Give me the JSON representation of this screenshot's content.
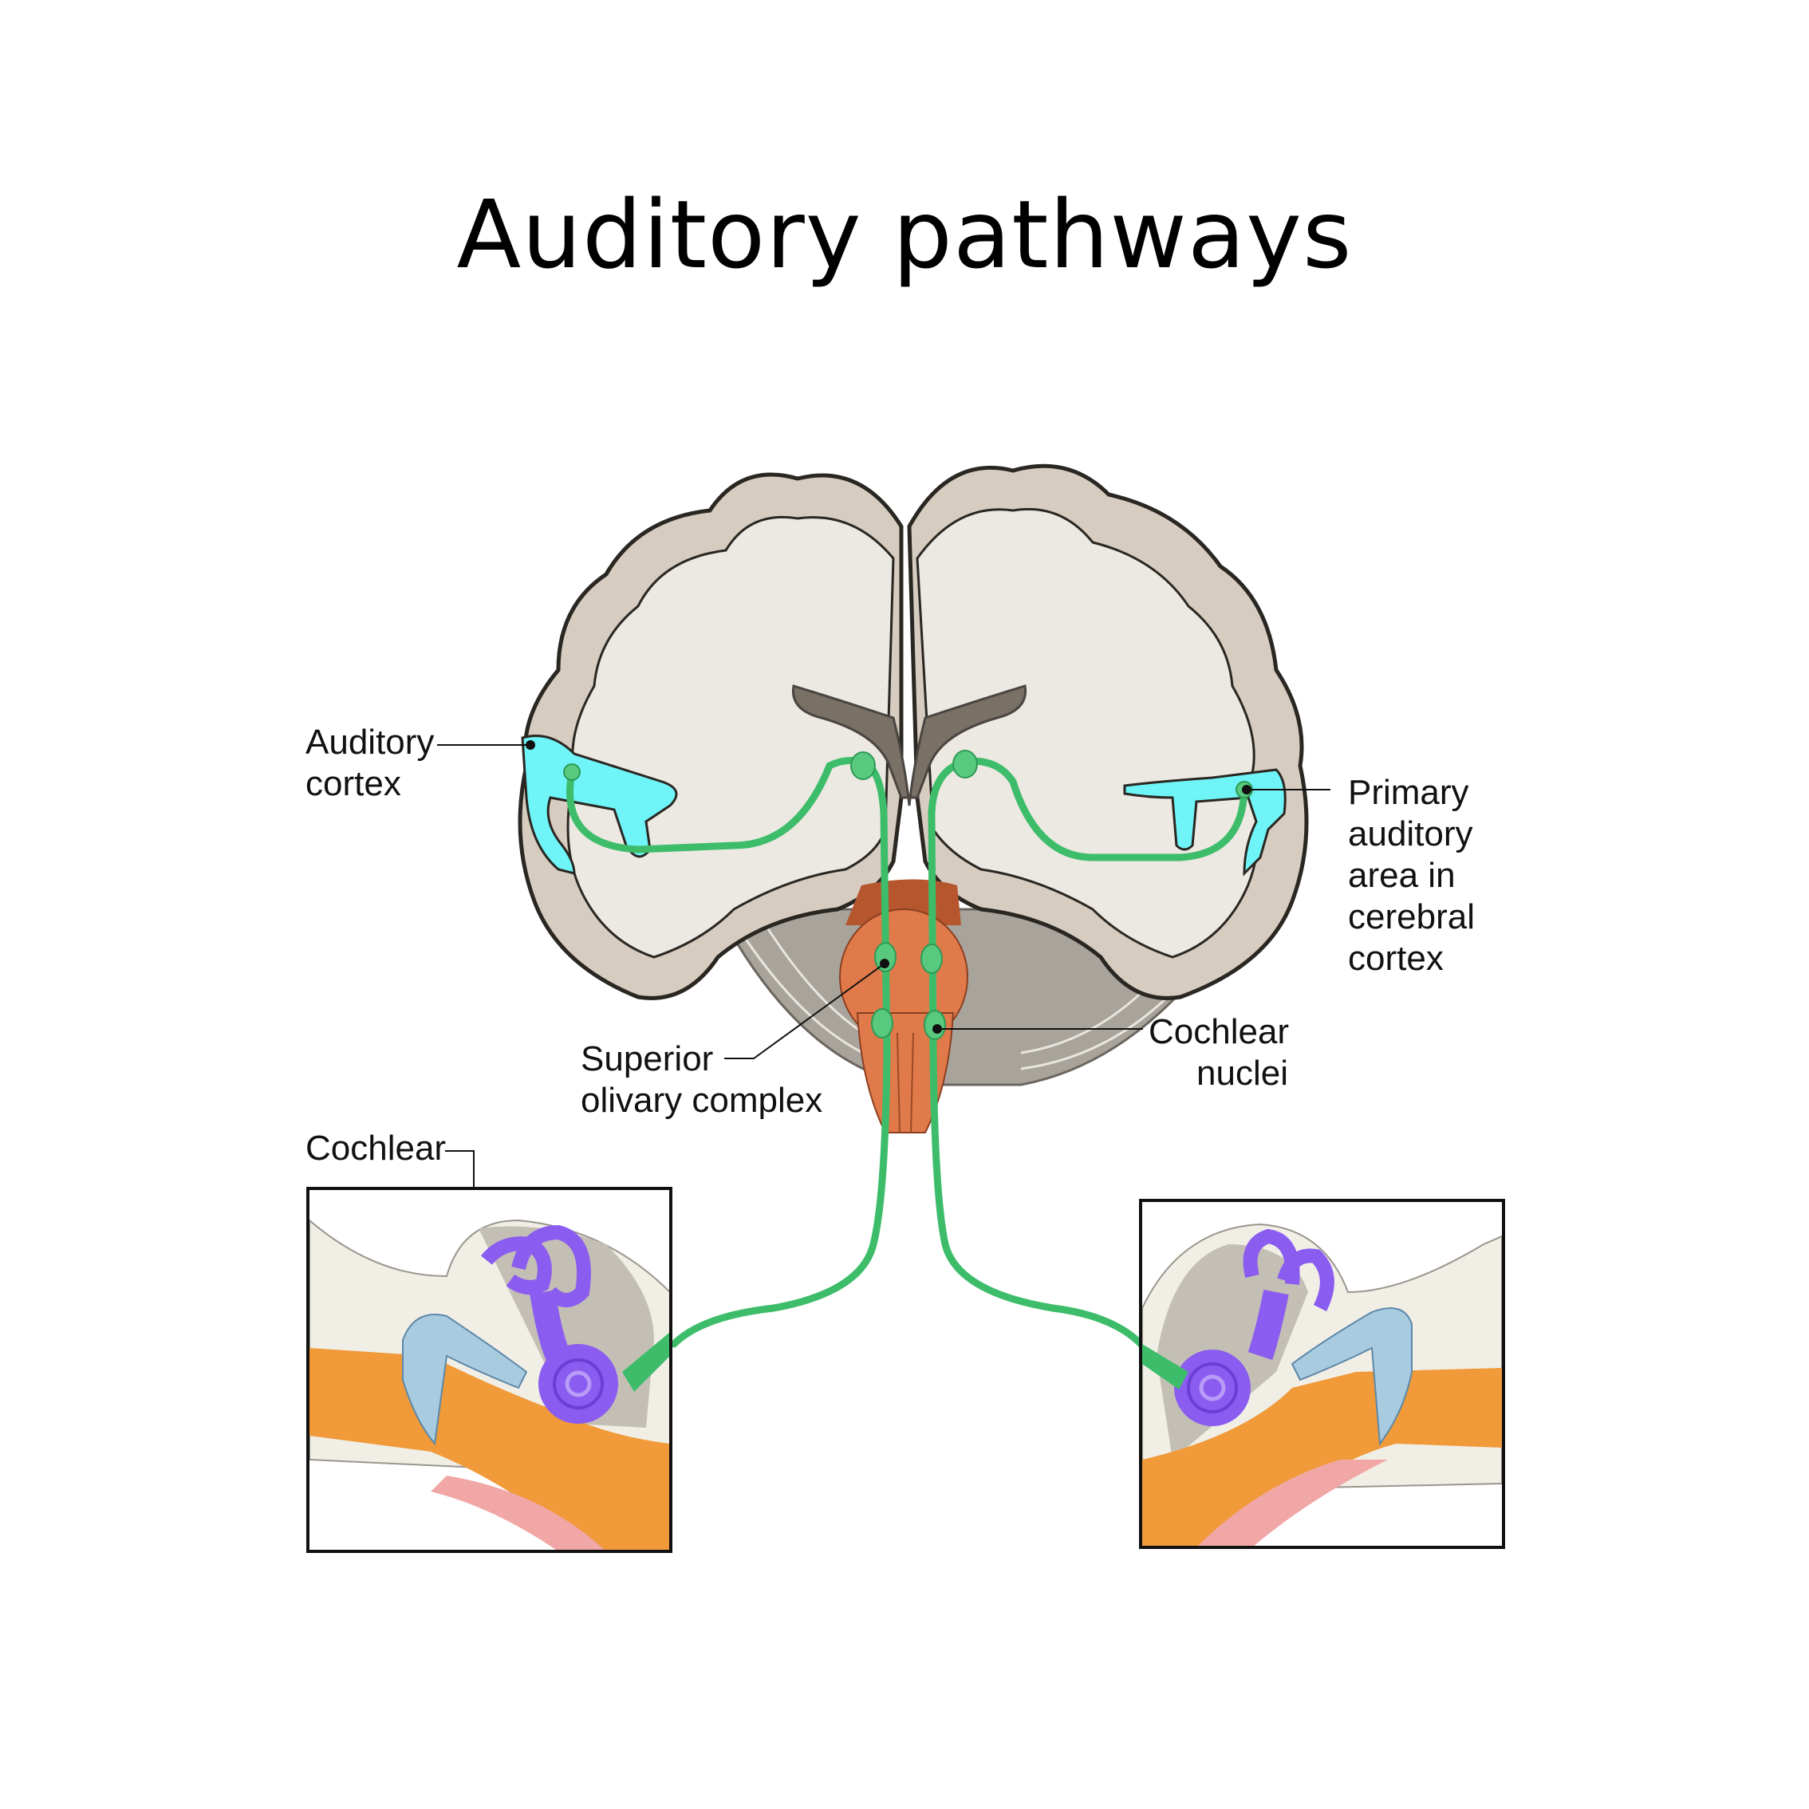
{
  "title": "Auditory pathways",
  "labels": {
    "auditory_cortex": "Auditory\ncortex",
    "primary_auditory_area": "Primary\nauditory\narea in\ncerebral\ncortex",
    "superior_olivary_complex": "Superior\nolivary complex",
    "cochlear_nuclei": "Cochlear\nnuclei",
    "cochlear": "Cochlear"
  },
  "colors": {
    "cortex_gray": "#d6cdc0",
    "white_matter": "#ece8e2",
    "outline": "#2a2622",
    "auditory_area": "#6ff4f7",
    "nerve_green": "#3dbd6a",
    "nucleus_green": "#58c97f",
    "brainstem_orange": "#e07a4a",
    "cerebellum_gray": "#a8a39b",
    "cochlea_purple": "#8a5cf0",
    "ear_canal_orange": "#f09a3a",
    "ossicle_blue": "#a9cbe0",
    "bone": "#f1eee6"
  }
}
